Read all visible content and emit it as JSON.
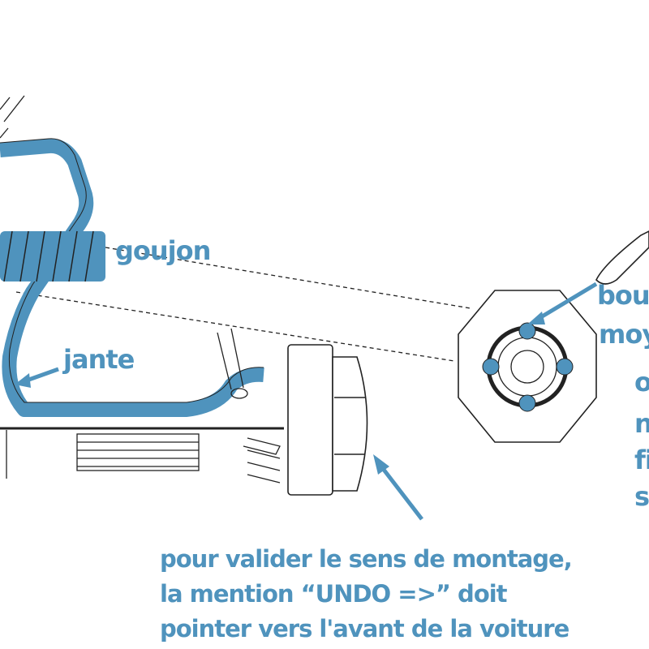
{
  "labels": {
    "goujon": "goujon",
    "jante": "jante",
    "note_lines": [
      "pour valider le sens de montage,",
      "la mention “UNDO =>” doit",
      "pointer vers l'avant de la voiture"
    ],
    "right_fragments": [
      "bou",
      "moy",
      "o",
      "n",
      "fil",
      "s"
    ]
  },
  "colors": {
    "accent": "#4f93bd",
    "line": "#222222"
  }
}
